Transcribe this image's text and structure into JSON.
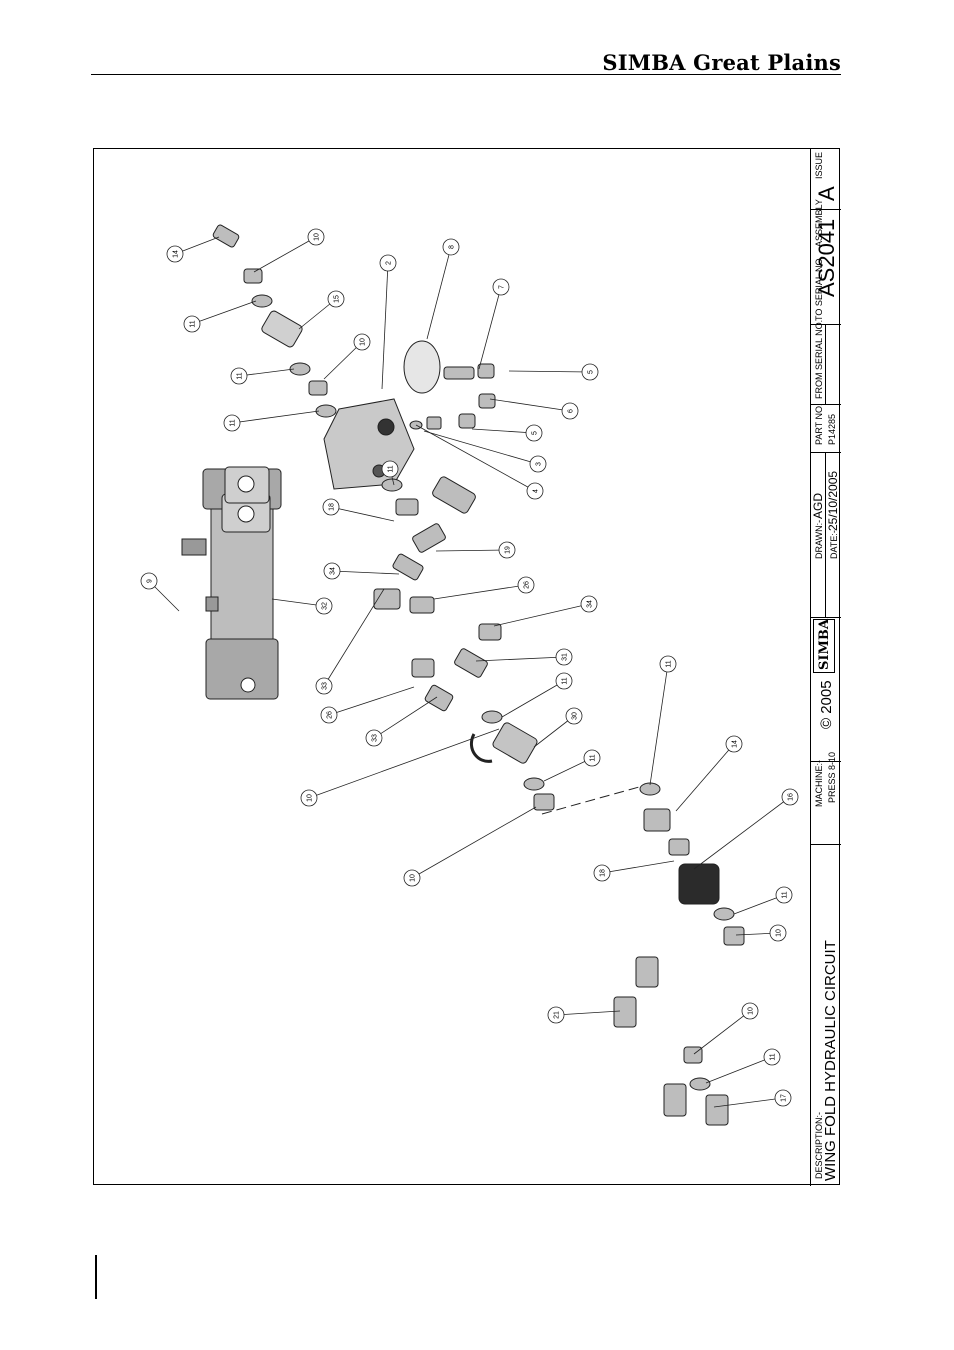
{
  "header": {
    "brand": "SIMBA Great Plains"
  },
  "title_block": {
    "description_label": "DESCRIPTION:-",
    "description": "WING FOLD HYDRAULIC CIRCUIT",
    "machine_label": "MACHINE:-",
    "machine": "PRESS 8-10",
    "logo_text": "SIMBA",
    "copyright": "© 2005",
    "drawn_label": "DRAWN:-",
    "drawn": "AGD",
    "date_label": "DATE:-",
    "date": "25/10/2005",
    "part_no_label": "PART NO.",
    "part_no": "P14285",
    "from_serial_label": "FROM SERIAL NO.",
    "to_serial_label": "TO SERIAL NO.",
    "assembly_label": "ASSEMBLY",
    "assembly": "AS2041",
    "issue_label": "ISSUE",
    "issue": "A"
  },
  "balloons": [
    {
      "label": "14"
    },
    {
      "label": "10"
    },
    {
      "label": "11"
    },
    {
      "label": "15"
    },
    {
      "label": "11"
    },
    {
      "label": "10"
    },
    {
      "label": "11"
    },
    {
      "label": "2"
    },
    {
      "label": "8"
    },
    {
      "label": "7"
    },
    {
      "label": "5"
    },
    {
      "label": "6"
    },
    {
      "label": "5"
    },
    {
      "label": "3"
    },
    {
      "label": "4"
    },
    {
      "label": "11"
    },
    {
      "label": "18"
    },
    {
      "label": "19"
    },
    {
      "label": "34"
    },
    {
      "label": "26"
    },
    {
      "label": "9"
    },
    {
      "label": "32"
    },
    {
      "label": "33"
    },
    {
      "label": "34"
    },
    {
      "label": "31"
    },
    {
      "label": "26"
    },
    {
      "label": "11"
    },
    {
      "label": "33"
    },
    {
      "label": "30"
    },
    {
      "label": "10"
    },
    {
      "label": "11"
    },
    {
      "label": "11"
    },
    {
      "label": "10"
    },
    {
      "label": "14"
    },
    {
      "label": "16"
    },
    {
      "label": "18"
    },
    {
      "label": "11"
    },
    {
      "label": "10"
    },
    {
      "label": "21"
    },
    {
      "label": "10"
    },
    {
      "label": "11"
    },
    {
      "label": "17"
    }
  ]
}
